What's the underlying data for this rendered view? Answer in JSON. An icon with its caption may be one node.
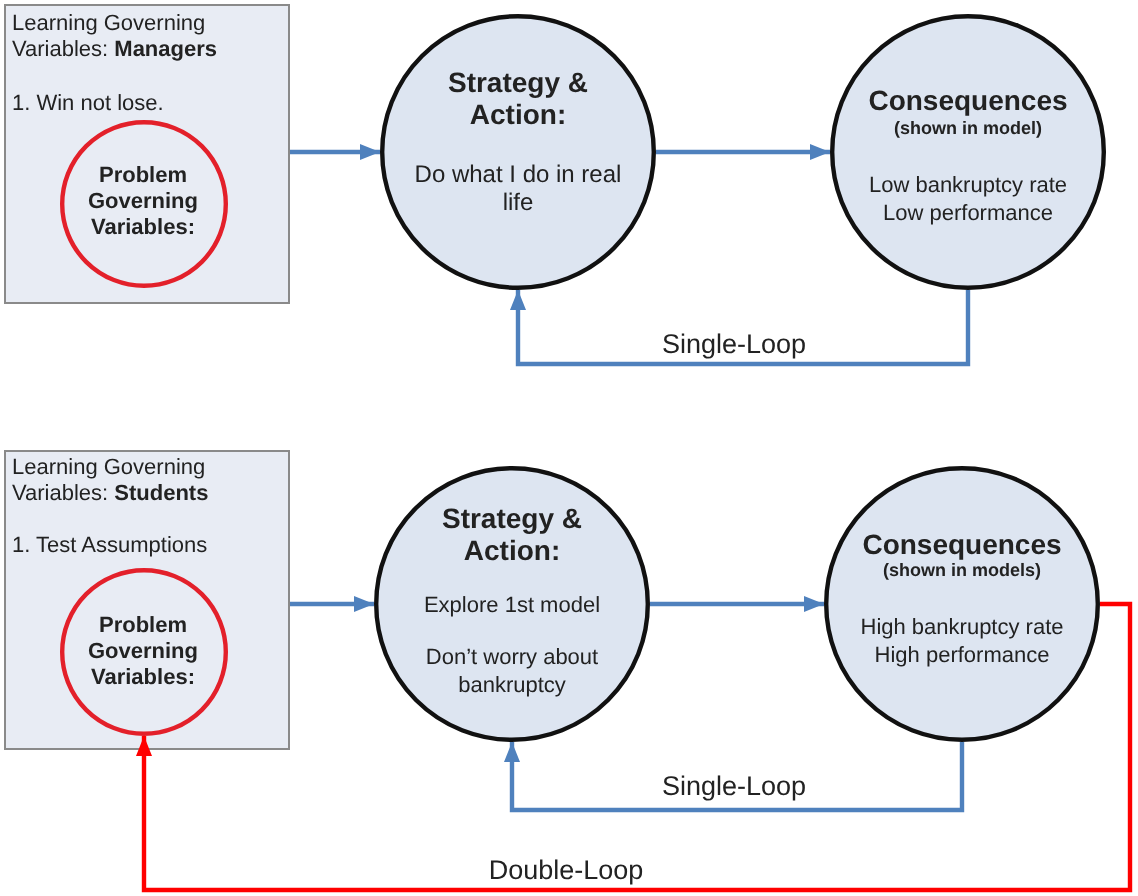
{
  "diagram": {
    "nodes": [
      {
        "text": [
          "Learning Governing Variables: **Managers**",
          "1. Win not lose."
        ]
      },
      {
        "text": [
          "Problem Governing Variables:"
        ],
        "in": 0
      },
      {
        "text": [
          "Strategy & Action:",
          "Do what I do in real life"
        ]
      },
      {
        "text": [
          "Consequences",
          "(shown in model)",
          "Low bankruptcy rate Low performance"
        ]
      },
      {
        "text": [
          "Learning Governing Variables: **Students**",
          "1. Test Assumptions"
        ]
      },
      {
        "text": [
          "Problem Governing Variables:"
        ],
        "in": 4
      },
      {
        "text": [
          "Strategy & Action:",
          "Explore 1st model",
          "Don’t worry about bankruptcy"
        ]
      },
      {
        "text": [
          "Consequences",
          "(shown in models)",
          "High bankruptcy rate High performance"
        ]
      }
    ],
    "edges": [
      {
        "from": 0,
        "to": 2,
        "arrow": "to"
      },
      {
        "from": 2,
        "to": 3,
        "arrow": "to"
      },
      {
        "from": 3,
        "to": 2,
        "arrow": "to",
        "label": "Single-Loop"
      },
      {
        "from": 4,
        "to": 6,
        "arrow": "to"
      },
      {
        "from": 6,
        "to": 7,
        "arrow": "to"
      },
      {
        "from": 7,
        "to": 6,
        "arrow": "to",
        "label": "Single-Loop"
      },
      {
        "from": 7,
        "to": 5,
        "arrow": "to",
        "label": "Double-Loop",
        "color": "#ff0000"
      }
    ]
  }
}
